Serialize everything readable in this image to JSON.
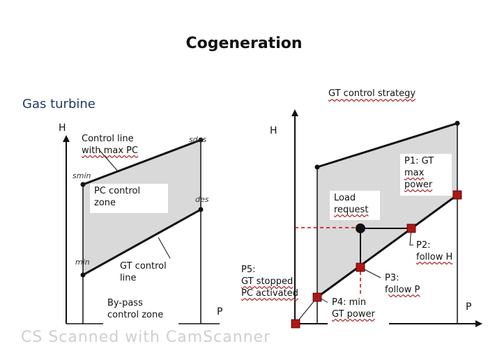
{
  "header": {
    "title": "Cogeneration",
    "subtitle": "Gas turbine",
    "right_title": "GT control strategy"
  },
  "left_diagram": {
    "y_axis": "H",
    "x_axis": "P",
    "points": {
      "smin": "smin",
      "sdes": "sdes",
      "min": "min",
      "des": "des"
    },
    "labels": {
      "control_line_1": "Control line",
      "control_line_2": "with max PC",
      "pc_zone_1": "PC control",
      "pc_zone_2": "zone",
      "gt_line_1": "GT control",
      "gt_line_2": "line",
      "bypass_1": "By-pass",
      "bypass_2": "control zone"
    }
  },
  "right_diagram": {
    "y_axis": "H",
    "x_axis": "P",
    "labels": {
      "load_1": "Load",
      "load_2": "request",
      "p1_1": "P1: GT",
      "p1_2": "max",
      "p1_3": "power",
      "p2_1": "P2:",
      "p2_2": "follow H",
      "p3_1": "P3:",
      "p3_2": "follow P",
      "p4_1": "P4: min",
      "p4_2": "GT power",
      "p5_1": "P5:",
      "p5_2": "GT stopped",
      "p5_3": "PC activated"
    }
  },
  "footer": {
    "watermark": "CS Scanned with CamScanner"
  },
  "colors": {
    "zone_fill": "#d9d9d9",
    "marker": "#b01515",
    "subtitle": "#1f3a68",
    "load_dashed": "#d00000"
  }
}
